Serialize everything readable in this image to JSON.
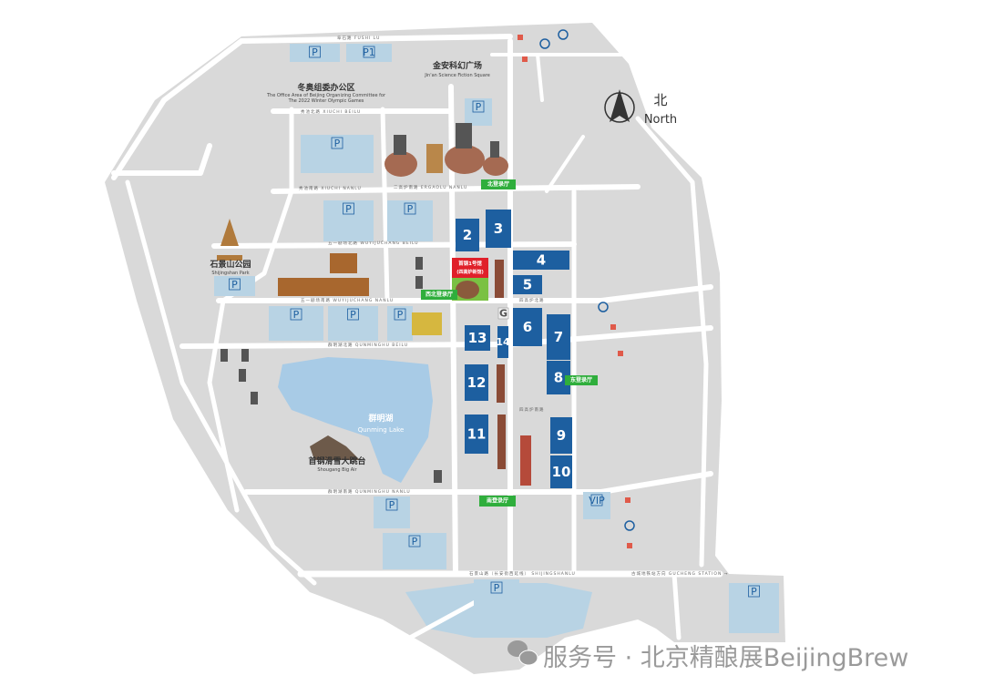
{
  "compass": {
    "zh": "北",
    "en": "North"
  },
  "places": {
    "jinan_square_zh": "金安科幻广场",
    "jinan_square_en": "Jin'an Science Fiction Square",
    "office_zh": "冬奥组委办公区",
    "office_en_1": "The Office Area of Beijing Organizing Committee for",
    "office_en_2": "The 2022 Winter Olympic Games",
    "park_zh": "石景山公园",
    "park_en": "Shijingshan Park",
    "lake_zh": "群明湖",
    "lake_en": "Qunming Lake",
    "bigair_zh": "首钢滑雪大跳台",
    "bigair_en": "Shougang Big Air",
    "hall1_line1": "首钢1号馆",
    "hall1_line2": "(四高炉新馆)"
  },
  "roads": {
    "fushi": "阜石路 FUSHI LU",
    "xiuchi_bei": "秀池北路 XIUCHI BEILU",
    "xiuchi_nan": "秀池南路 XIUCHI NANLU",
    "ergaolu": "二高炉南路 ERGAOLU NANLU",
    "wuyi_bei": "五一剧场北路 WUYIJUCHANG BEILU",
    "wuyi_nan": "五一剧场南路 WUYIJUCHANG NANLU",
    "qunming_bei": "群明湖北路 QUNMINGHU BEILU",
    "qunming_nan": "群明湖南路 QUNMINGHU NANLU",
    "shijingshan": "石景山路（长安街西延线） SHIJINGSHANLU",
    "gucheng": "古城地铁站方向 GUCHENG STATION →",
    "sigaolu_bei": "四高炉北路",
    "sigaolu_nan": "四高炉南路"
  },
  "halls": [
    {
      "label": "2"
    },
    {
      "label": "3"
    },
    {
      "label": "4"
    },
    {
      "label": "5"
    },
    {
      "label": "6"
    },
    {
      "label": "7"
    },
    {
      "label": "8"
    },
    {
      "label": "9"
    },
    {
      "label": "10"
    },
    {
      "label": "11"
    },
    {
      "label": "12"
    },
    {
      "label": "13"
    },
    {
      "label": "14"
    },
    {
      "label": "G"
    }
  ],
  "parking": [
    {
      "label": "P"
    },
    {
      "label": "P1"
    },
    {
      "label": "P"
    },
    {
      "label": "P"
    },
    {
      "label": "P"
    },
    {
      "label": "P"
    },
    {
      "label": "P"
    },
    {
      "label": "P"
    },
    {
      "label": "P"
    },
    {
      "label": "P"
    },
    {
      "label": "P"
    },
    {
      "label": "P"
    },
    {
      "label": "P"
    },
    {
      "label": "P"
    },
    {
      "label": "VIP"
    }
  ],
  "entrances": {
    "north": "北登录厅",
    "northwest": "西北登录厅",
    "east": "东登录厅",
    "south": "南登录厅"
  },
  "watermark": "服务号 · 北京精酿展BeijingBrew",
  "colors": {
    "hall": "#1d5fa0",
    "ground": "#d9d9d9",
    "parking": "#b8d3e4",
    "lake": "#a8cbe6",
    "entrance": "#2fae3c",
    "hall1": "#e0202a"
  }
}
